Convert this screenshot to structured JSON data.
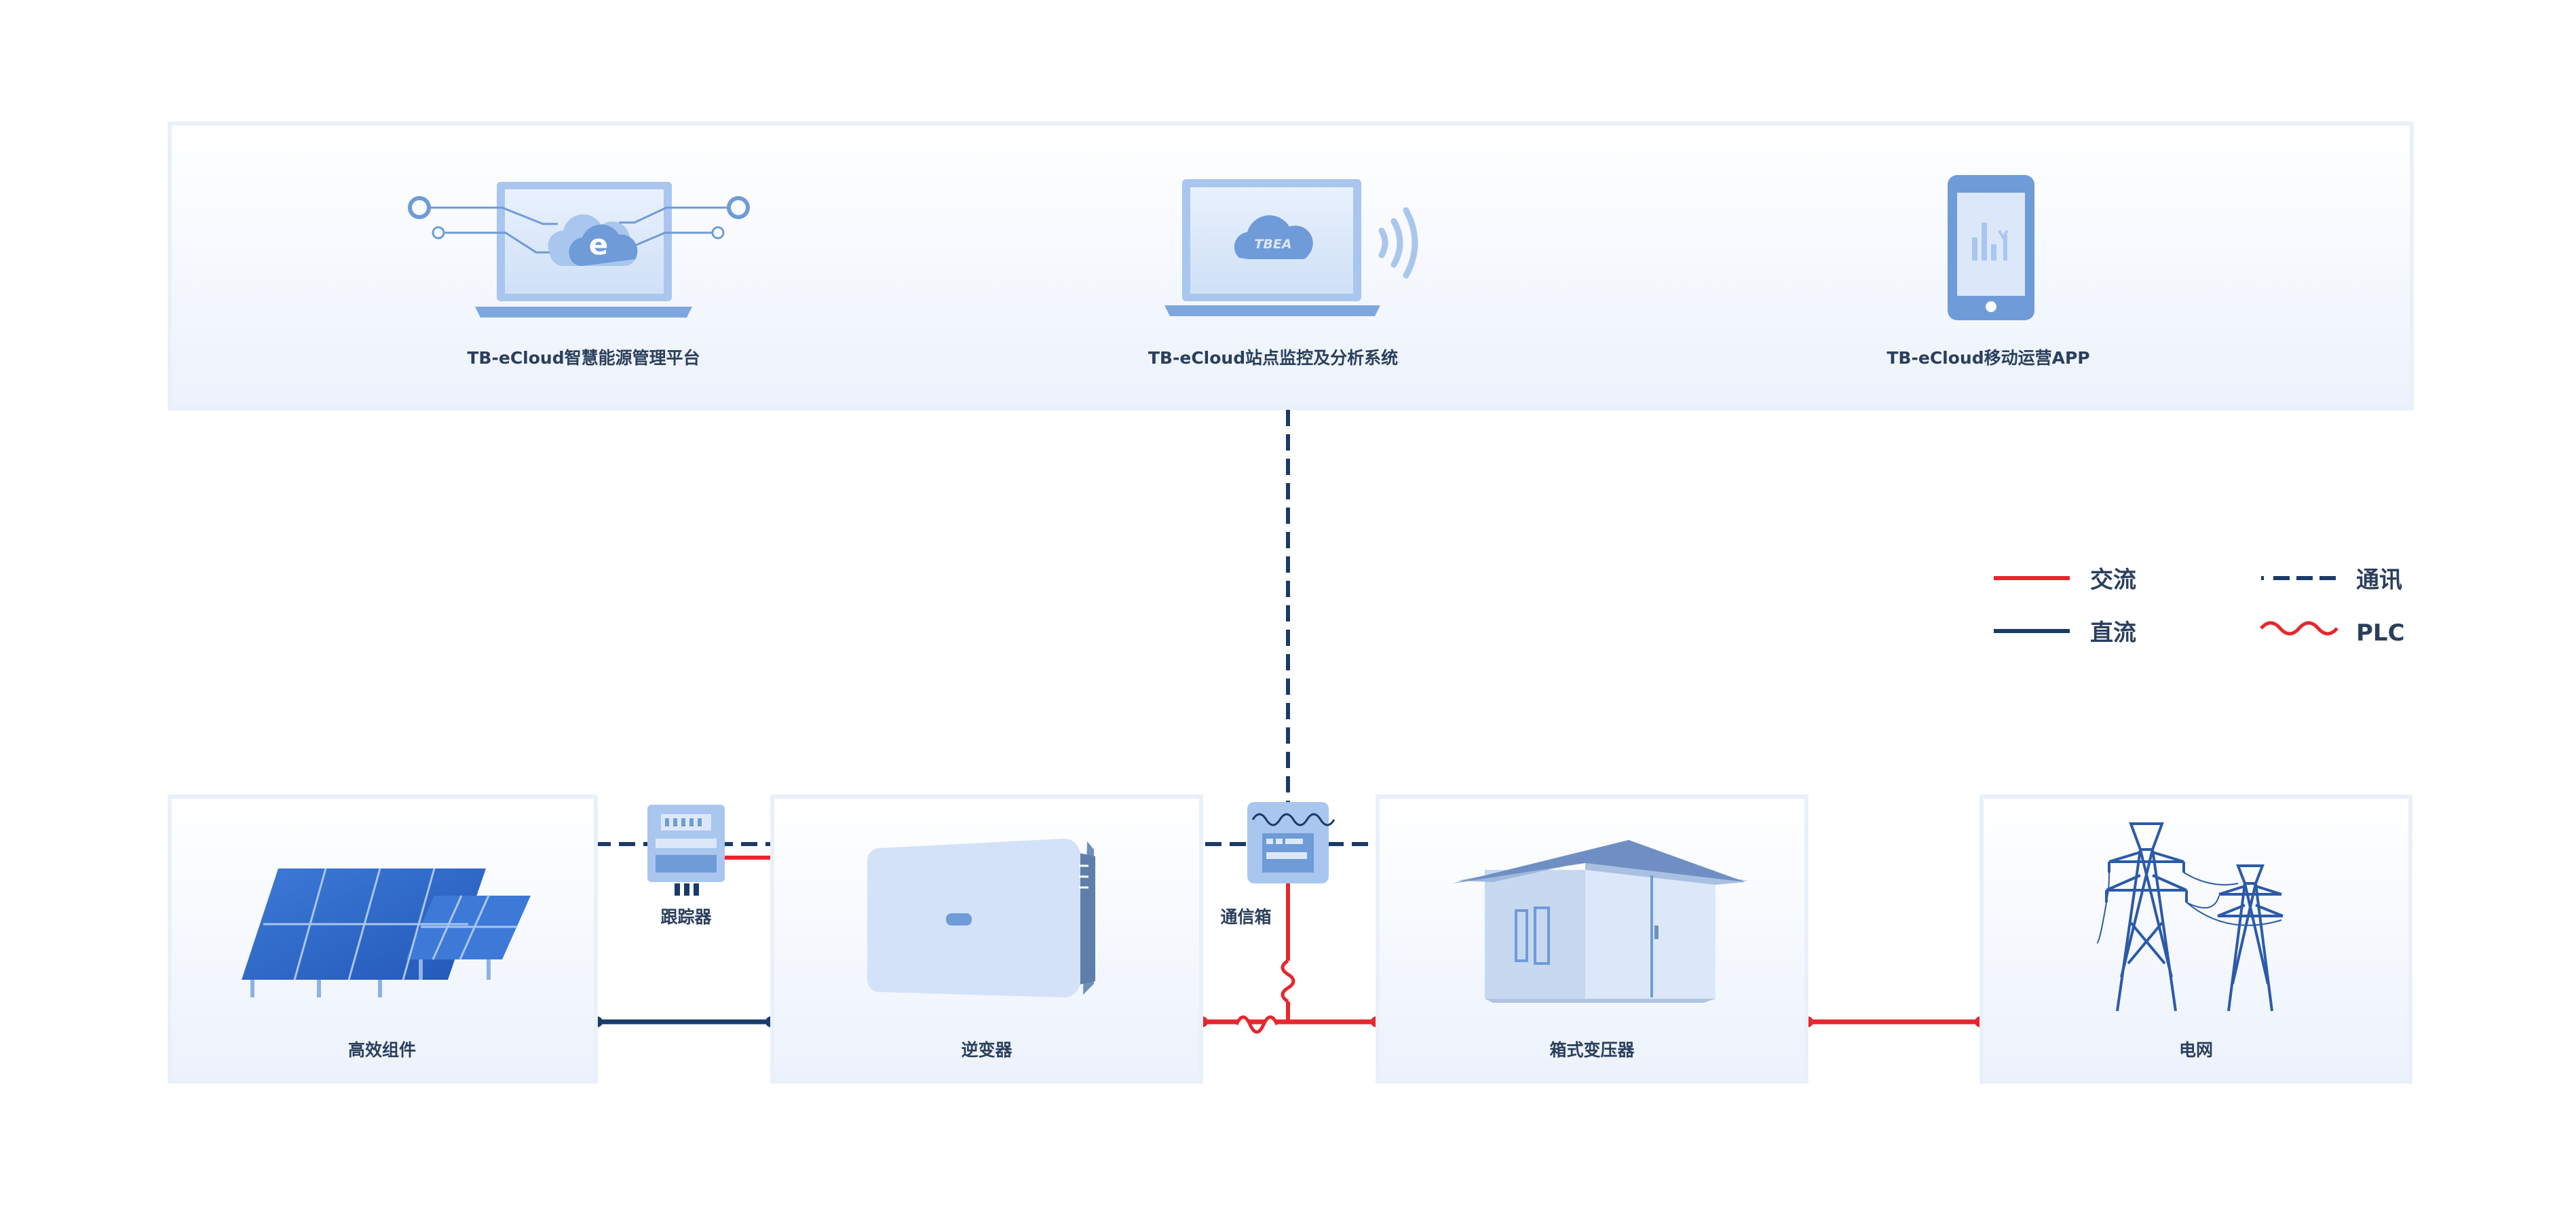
{
  "platforms": {
    "cloud_platform": "TB-eCloud智慧能源管理平台",
    "monitor_system": "TB-eCloud站点监控及分析系统",
    "mobile_app": "TB-eCloud移动运营APP",
    "tbea_logo_text": "TBEA",
    "cloud_logo_letter": "e"
  },
  "equipment": {
    "pv_modules": "高效组件",
    "tracker": "跟踪器",
    "inverter": "逆变器",
    "comm_box": "通信箱",
    "box_transformer": "箱式变压器",
    "grid": "电网"
  },
  "legend": {
    "ac": "交流",
    "dc": "直流",
    "comm": "通讯",
    "plc": "PLC"
  },
  "colors": {
    "ac": "#e8262d",
    "dc": "#183b6b",
    "comm": "#1c3a66",
    "icon_blue": "#6f9bd8",
    "panel_bg_top": "#ffffff",
    "panel_bg_bottom": "#edf3fd"
  }
}
